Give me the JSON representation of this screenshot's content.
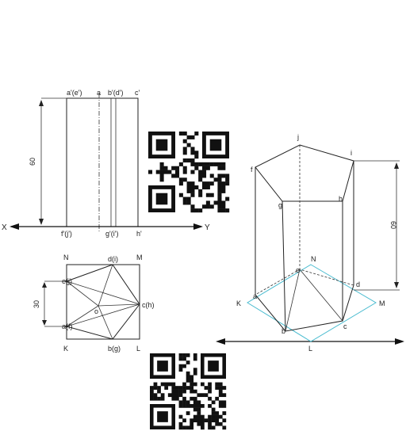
{
  "front_view": {
    "top_labels": [
      "a'(e')",
      "a",
      "b'(d')",
      "c'"
    ],
    "bottom_labels": [
      "f'(j')",
      "g'(i')",
      "h'"
    ],
    "axis_left": "X",
    "axis_right": "Y",
    "height_dim": "60"
  },
  "top_view": {
    "corner_labels": {
      "N": "N",
      "M": "M",
      "K": "K",
      "L": "L"
    },
    "vertex_labels": {
      "ej": "e(j)",
      "di": "d(i)",
      "ch": "c(h)",
      "bg": "b(g)",
      "af": "a(f)",
      "o": "o"
    },
    "width_dim": "30"
  },
  "axonometric": {
    "top_labels": {
      "j": "j",
      "i": "i",
      "f": "f",
      "g": "g",
      "h": "h"
    },
    "bottom_labels": {
      "e": "e",
      "d": "d",
      "a": "a",
      "b": "b",
      "c": "c"
    },
    "plane_labels": {
      "N": "N",
      "M": "M",
      "K": "K",
      "L": "L"
    },
    "height_dim": "60"
  },
  "qr_codes": [
    "qr-code-top",
    "qr-code-bottom"
  ]
}
